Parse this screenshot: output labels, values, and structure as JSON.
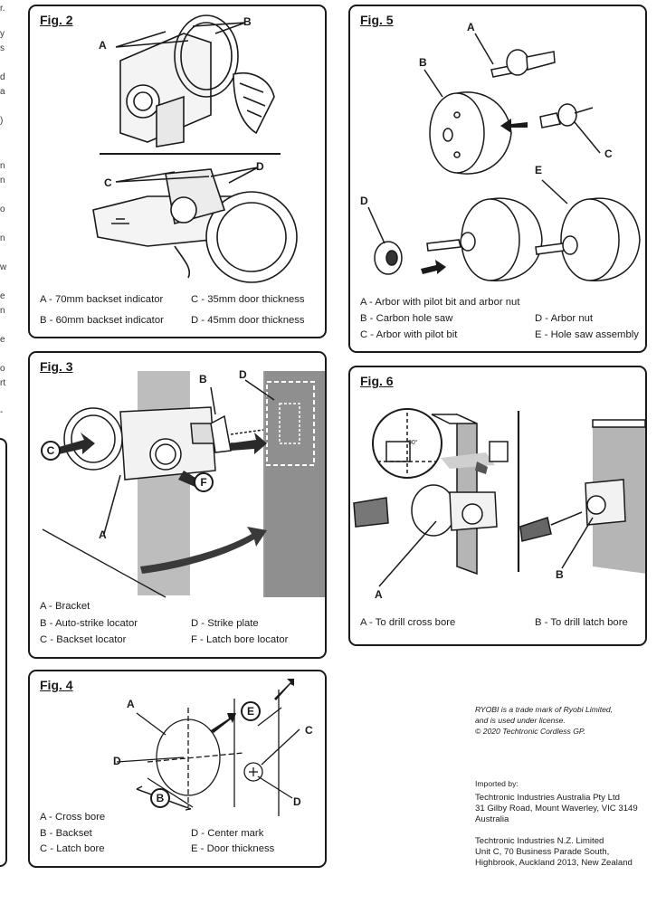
{
  "left_edge": [
    "r.",
    "y",
    "s",
    "d",
    "a",
    ")",
    "n",
    "n",
    "o",
    "n",
    "w",
    "e",
    "n",
    "e",
    "o",
    "rt",
    "-"
  ],
  "fig2": {
    "title": "Fig. 2",
    "labels": {
      "a": "A",
      "b": "B",
      "c": "C",
      "d": "D"
    },
    "captions": [
      "A - 70mm backset indicator",
      "C - 35mm door thickness",
      "B - 60mm backset indicator",
      "D - 45mm door thickness"
    ]
  },
  "fig3": {
    "title": "Fig. 3",
    "labels": {
      "a": "A",
      "b": "B",
      "c": "C",
      "d": "D",
      "f": "F"
    },
    "captions": [
      "A - Bracket",
      "B - Auto-strike locator",
      "D - Strike plate",
      "C - Backset locator",
      "F - Latch bore locator"
    ]
  },
  "fig4": {
    "title": "Fig. 4",
    "labels": {
      "a": "A",
      "b": "B",
      "c": "C",
      "d1": "D",
      "d2": "D",
      "e": "E"
    },
    "captions": [
      "A - Cross bore",
      "B - Backset",
      "D - Center mark",
      "C - Latch bore",
      "E - Door thickness"
    ]
  },
  "fig5": {
    "title": "Fig. 5",
    "labels": {
      "a": "A",
      "b": "B",
      "c": "C",
      "d": "D",
      "e": "E"
    },
    "captions": [
      "A - Arbor with pilot bit and arbor nut",
      "B - Carbon hole saw",
      "D - Arbor nut",
      "C - Arbor with pilot bit",
      "E - Hole saw assembly"
    ]
  },
  "fig6": {
    "title": "Fig. 6",
    "labels": {
      "a": "A",
      "b": "B",
      "angle": "90°"
    },
    "captions": [
      "A - To drill cross bore",
      "B - To drill latch bore"
    ]
  },
  "trademark": [
    "RYOBI is a trade mark of Ryobi Limited,",
    "and is used under license.",
    "© 2020 Techtronic Cordless GP."
  ],
  "importer": {
    "heading": "Imported by:",
    "au_name": "Techtronic Industries Australia Pty Ltd",
    "au_line1": "31 Gilby Road, Mount Waverley, VIC 3149",
    "au_line2": "Australia",
    "nz_name": "Techtronic Industries N.Z. Limited",
    "nz_line1": "Unit C, 70 Business Parade South,",
    "nz_line2": "Highbrook, Auckland 2013, New Zealand"
  }
}
